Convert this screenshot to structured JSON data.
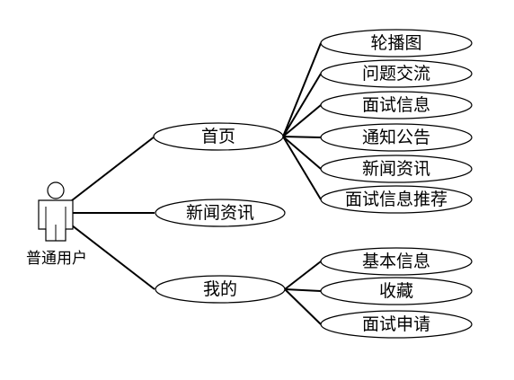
{
  "actor": {
    "label": "普通用户"
  },
  "use_cases": {
    "home": "首页",
    "news": "新闻资讯",
    "mine": "我的",
    "carousel": "轮播图",
    "qa": "问题交流",
    "interview_info": "面试信息",
    "notice": "通知公告",
    "news_sub": "新闻资讯",
    "interview_rec": "面试信息推荐",
    "basic_info": "基本信息",
    "favorites": "收藏",
    "interview_apply": "面试申请"
  },
  "colors": {
    "stroke": "#000000",
    "fill": "#ffffff"
  }
}
